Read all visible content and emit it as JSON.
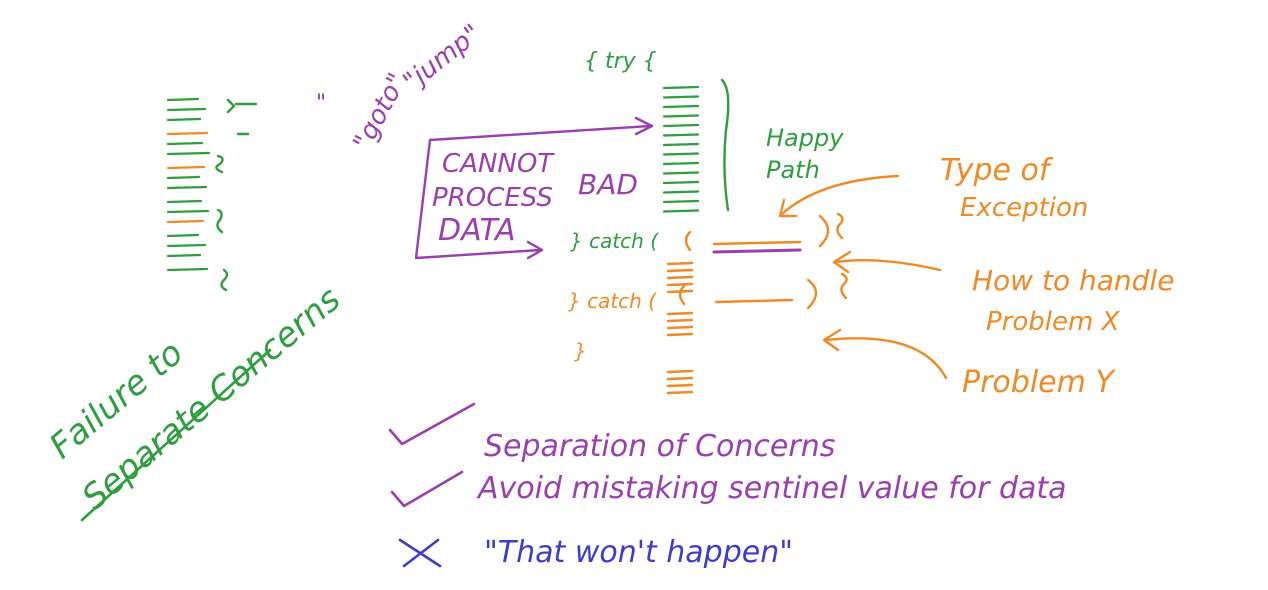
{
  "colors": {
    "green": "#2e9e3e",
    "orange": "#f08a24",
    "purple": "#9b3fb0",
    "blue": "#3e3ccc",
    "background": "#ffffff"
  },
  "left_code": {
    "caption_line1": "Failure to",
    "caption_line2": "Separate Concerns"
  },
  "goto": {
    "label": "\"goto\"",
    "label2": "\"jump\""
  },
  "try_block": {
    "try_label": "{ try {",
    "happy_path_line1": "Happy",
    "happy_path_line2": "Path",
    "catch_label_1": "} catch (",
    "catch_label_2": "} catch (",
    "end_label": "}"
  },
  "bad_data_box": {
    "line1": "CANNOT",
    "line2": "PROCESS",
    "line3": "DATA",
    "side": "BAD"
  },
  "annotations": {
    "type_of_exception_line1": "Type of",
    "type_of_exception_line2": "Exception",
    "how_to_handle_line1": "How to handle",
    "how_to_handle_line2": "Problem X",
    "problem_y": "Problem Y"
  },
  "checklist": {
    "item1": "Separation of Concerns",
    "item2": "Avoid mistaking sentinel value for data",
    "item3": "\"That won't happen\""
  }
}
